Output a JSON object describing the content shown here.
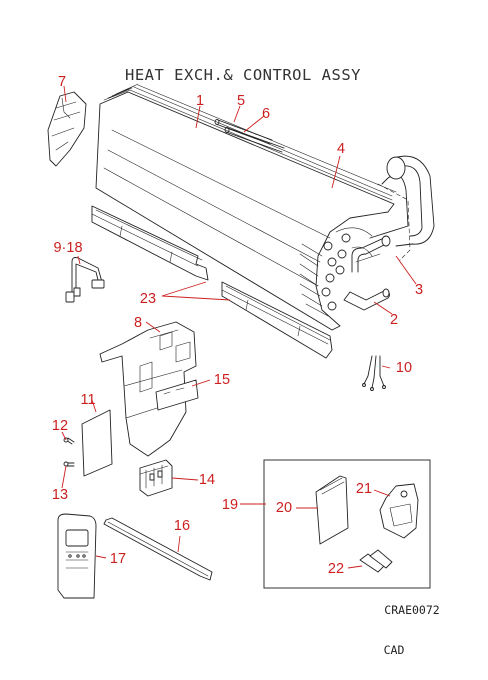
{
  "diagram": {
    "title": "HEAT EXCH.& CONTROL ASSY",
    "drawing_code": "CRAE0072",
    "footer": "CAD",
    "part_numbers": [
      "1",
      "2",
      "3",
      "4",
      "5",
      "6",
      "7",
      "8",
      "9·18",
      "10",
      "11",
      "12",
      "13",
      "14",
      "15",
      "16",
      "17",
      "19",
      "20",
      "21",
      "22",
      "23"
    ],
    "colors": {
      "callout": "#cc1f1f",
      "line": "#222222",
      "background": "#ffffff"
    },
    "parts": [
      {
        "number": "1",
        "depicts": "heat exchanger coil"
      },
      {
        "number": "2",
        "depicts": "pipe elbow"
      },
      {
        "number": "3",
        "depicts": "pipe elbow"
      },
      {
        "number": "4",
        "depicts": "pipe"
      },
      {
        "number": "5",
        "depicts": "thin tube"
      },
      {
        "number": "6",
        "depicts": "thin tube"
      },
      {
        "number": "7",
        "depicts": "end plate bracket"
      },
      {
        "number": "8",
        "depicts": "control box housing"
      },
      {
        "number": "9·18",
        "depicts": "sensor cable"
      },
      {
        "number": "10",
        "depicts": "wire leads"
      },
      {
        "number": "11",
        "depicts": "cover sheet"
      },
      {
        "number": "12",
        "depicts": "screw"
      },
      {
        "number": "13",
        "depicts": "screw"
      },
      {
        "number": "14",
        "depicts": "terminal block"
      },
      {
        "number": "15",
        "depicts": "printed circuit board"
      },
      {
        "number": "16",
        "depicts": "holder rail"
      },
      {
        "number": "17",
        "depicts": "remote controller"
      },
      {
        "number": "19",
        "depicts": "accessory set box"
      },
      {
        "number": "20",
        "depicts": "manual booklet"
      },
      {
        "number": "21",
        "depicts": "remote holder"
      },
      {
        "number": "22",
        "depicts": "batteries"
      },
      {
        "number": "23",
        "depicts": "drain channels"
      }
    ]
  }
}
